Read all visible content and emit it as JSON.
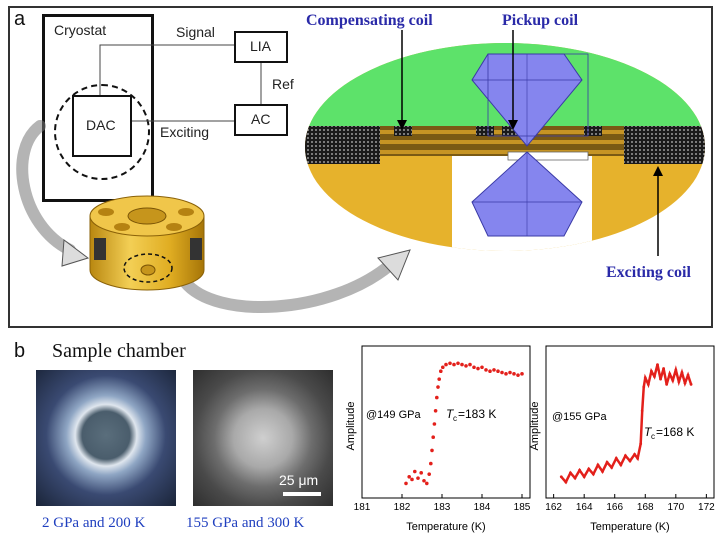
{
  "panel_a": {
    "letter": "a",
    "schematic": {
      "cryostat": "Cryostat",
      "dac": "DAC",
      "lia": "LIA",
      "ac": "AC",
      "signal": "Signal",
      "ref": "Ref",
      "exciting": "Exciting"
    },
    "labels": {
      "compensating_coil": "Compensating coil",
      "pickup_coil": "Pickup coil",
      "exciting_coil": "Exciting coil"
    }
  },
  "panel_b": {
    "letter": "b",
    "sample_chamber": "Sample chamber",
    "caption_left": "2 GPa and 200 K",
    "caption_right": "155 GPa and 300 K",
    "scale_bar": "25 μm"
  },
  "colors": {
    "gold": "#e3b12a",
    "green": "#5de26a",
    "diamond": "#8585ee",
    "red": "#e3201b",
    "caption_blue": "#1f3fbf"
  },
  "chart_data": [
    {
      "type": "scatter",
      "xlabel": "Temperature (K)",
      "ylabel": "Amplitude",
      "x_ticks": [
        181,
        182,
        183,
        184,
        185
      ],
      "xlim": [
        181,
        185.2
      ],
      "ylim": [
        0,
        1
      ],
      "annotation_pressure": "@149 GPa",
      "annotation_tc_symbol": "T",
      "annotation_tc_sub": "c",
      "annotation_tc_value": "=183 K",
      "points": [
        [
          182.1,
          0.05
        ],
        [
          182.18,
          0.1
        ],
        [
          182.25,
          0.08
        ],
        [
          182.32,
          0.14
        ],
        [
          182.4,
          0.09
        ],
        [
          182.48,
          0.13
        ],
        [
          182.55,
          0.07
        ],
        [
          182.62,
          0.05
        ],
        [
          182.68,
          0.12
        ],
        [
          182.72,
          0.2
        ],
        [
          182.75,
          0.3
        ],
        [
          182.78,
          0.4
        ],
        [
          182.81,
          0.5
        ],
        [
          182.84,
          0.6
        ],
        [
          182.87,
          0.7
        ],
        [
          182.9,
          0.78
        ],
        [
          182.93,
          0.84
        ],
        [
          182.97,
          0.9
        ],
        [
          183.02,
          0.93
        ],
        [
          183.1,
          0.95
        ],
        [
          183.2,
          0.96
        ],
        [
          183.3,
          0.95
        ],
        [
          183.4,
          0.96
        ],
        [
          183.5,
          0.95
        ],
        [
          183.6,
          0.94
        ],
        [
          183.7,
          0.95
        ],
        [
          183.8,
          0.93
        ],
        [
          183.9,
          0.92
        ],
        [
          184.0,
          0.93
        ],
        [
          184.1,
          0.91
        ],
        [
          184.2,
          0.9
        ],
        [
          184.3,
          0.91
        ],
        [
          184.4,
          0.9
        ],
        [
          184.5,
          0.89
        ],
        [
          184.6,
          0.88
        ],
        [
          184.7,
          0.89
        ],
        [
          184.8,
          0.88
        ],
        [
          184.9,
          0.87
        ],
        [
          185.0,
          0.88
        ]
      ]
    },
    {
      "type": "line",
      "xlabel": "Temperature (K)",
      "ylabel": "Amplitude",
      "x_ticks": [
        162,
        164,
        166,
        168,
        170,
        172
      ],
      "xlim": [
        161.5,
        172.5
      ],
      "ylim": [
        0,
        1
      ],
      "annotation_pressure": "@155 GPa",
      "annotation_tc_symbol": "T",
      "annotation_tc_sub": "c",
      "annotation_tc_value": "=168 K",
      "points": [
        [
          162.5,
          0.1
        ],
        [
          162.8,
          0.06
        ],
        [
          163.1,
          0.13
        ],
        [
          163.4,
          0.09
        ],
        [
          163.7,
          0.15
        ],
        [
          164.0,
          0.1
        ],
        [
          164.3,
          0.16
        ],
        [
          164.6,
          0.12
        ],
        [
          164.9,
          0.19
        ],
        [
          165.2,
          0.14
        ],
        [
          165.5,
          0.21
        ],
        [
          165.8,
          0.17
        ],
        [
          166.1,
          0.24
        ],
        [
          166.4,
          0.19
        ],
        [
          166.7,
          0.26
        ],
        [
          167.0,
          0.22
        ],
        [
          167.3,
          0.27
        ],
        [
          167.5,
          0.24
        ],
        [
          167.7,
          0.35
        ],
        [
          167.8,
          0.6
        ],
        [
          167.9,
          0.78
        ],
        [
          168.0,
          0.85
        ],
        [
          168.2,
          0.8
        ],
        [
          168.4,
          0.9
        ],
        [
          168.6,
          0.86
        ],
        [
          168.8,
          0.95
        ],
        [
          169.0,
          0.84
        ],
        [
          169.2,
          0.92
        ],
        [
          169.4,
          0.8
        ],
        [
          169.6,
          0.88
        ],
        [
          169.8,
          0.83
        ],
        [
          170.0,
          0.91
        ],
        [
          170.2,
          0.82
        ],
        [
          170.4,
          0.89
        ],
        [
          170.6,
          0.81
        ],
        [
          170.8,
          0.87
        ],
        [
          171.0,
          0.8
        ]
      ]
    }
  ]
}
